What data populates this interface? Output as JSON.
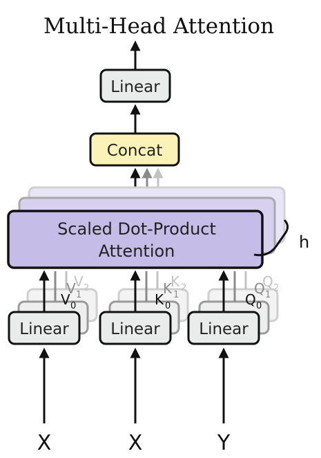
{
  "title": "Multi-Head Attention",
  "output_linear": {
    "label": "Linear"
  },
  "concat": {
    "label": "Concat"
  },
  "attention": {
    "line1": "Scaled Dot-Product",
    "line2": "Attention"
  },
  "heads_label": "h",
  "projections": [
    {
      "label": "Linear",
      "symbol": "V",
      "sub0": "0",
      "sub1": "1",
      "sub2": "2",
      "input": "X"
    },
    {
      "label": "Linear",
      "symbol": "K",
      "sub0": "0",
      "sub1": "1",
      "sub2": "2",
      "input": "X"
    },
    {
      "label": "Linear",
      "symbol": "Q",
      "sub0": "0",
      "sub1": "1",
      "sub2": "2",
      "input": "Y"
    }
  ],
  "colors": {
    "linear_fill": "#e9ecea",
    "concat_fill": "#fbf2b8",
    "attention_fill": "#c5bde8",
    "border": "#111111"
  }
}
